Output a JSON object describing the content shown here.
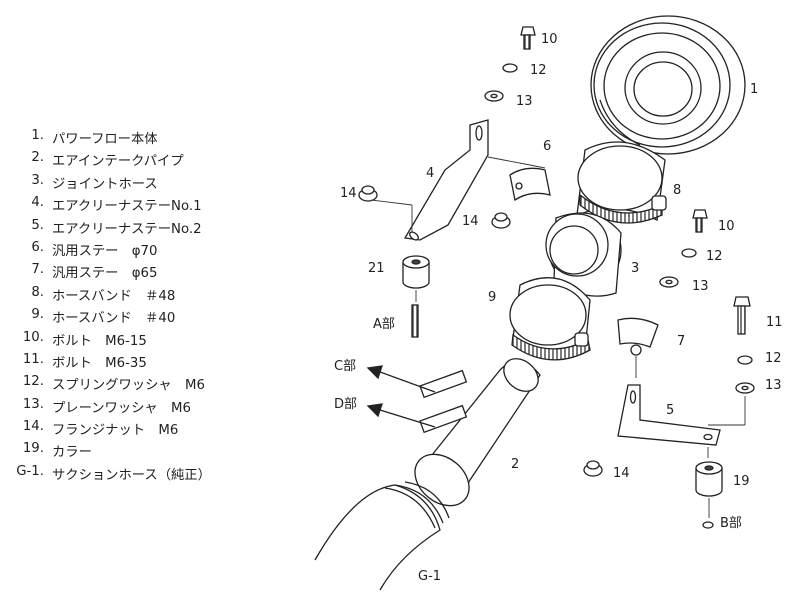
{
  "parts_list": [
    {
      "num": "1.",
      "name": "パワーフロー本体"
    },
    {
      "num": "2.",
      "name": "エアインテークパイプ"
    },
    {
      "num": "3.",
      "name": "ジョイントホース"
    },
    {
      "num": "4.",
      "name": "エアクリーナステーNo.1"
    },
    {
      "num": "5.",
      "name": "エアクリーナステーNo.2"
    },
    {
      "num": "6.",
      "name": "汎用ステー　φ70"
    },
    {
      "num": "7.",
      "name": "汎用ステー　φ65"
    },
    {
      "num": "8.",
      "name": "ホースバンド　＃48"
    },
    {
      "num": "9.",
      "name": "ホースバンド　＃40"
    },
    {
      "num": "10.",
      "name": "ボルト　M6-15"
    },
    {
      "num": "11.",
      "name": "ボルト　M6-35"
    },
    {
      "num": "12.",
      "name": "スプリングワッシャ　M6"
    },
    {
      "num": "13.",
      "name": "プレーンワッシャ　M6"
    },
    {
      "num": "14.",
      "name": "フランジナット　M6"
    },
    {
      "num": "19.",
      "name": "カラー"
    },
    {
      "num": "G-1.",
      "name": "サクションホース（純正）"
    }
  ],
  "callouts": {
    "n1": "1",
    "n2": "2",
    "n3": "3",
    "n4": "4",
    "n5": "5",
    "n6": "6",
    "n7": "7",
    "n8": "8",
    "n9": "9",
    "n10a": "10",
    "n10b": "10",
    "n11": "11",
    "n12a": "12",
    "n12b": "12",
    "n12c": "12",
    "n13a": "13",
    "n13b": "13",
    "n13c": "13",
    "n14a": "14",
    "n14b": "14",
    "n14c": "14",
    "n19": "19",
    "n21": "21",
    "g1": "G-1",
    "a_part": "A部",
    "b_part": "B部",
    "c_part": "C部",
    "d_part": "D部"
  }
}
